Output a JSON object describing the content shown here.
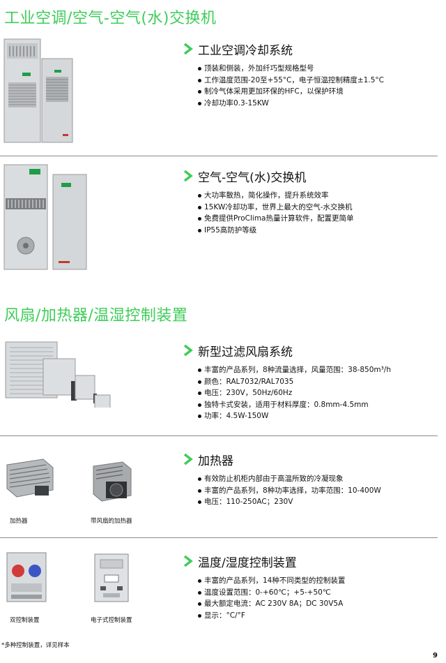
{
  "section1": {
    "title": "工业空调/空气-空气(水)交换机"
  },
  "section2": {
    "title": "风扇/加热器/温湿控制装置"
  },
  "products": [
    {
      "heading": "工业空调冷却系统",
      "bullets": [
        "顶装和侧装，外加纤巧型规格型号",
        "工作温度范围-20至+55°C，电子恒温控制精度±1.5°C",
        "制冷气体采用更加环保的HFC，以保护环境",
        "冷却功率0.3-15KW"
      ]
    },
    {
      "heading": "空气-空气(水)交换机",
      "bullets": [
        "大功率散热，简化操作，提升系统效率",
        "15KW冷却功率，世界上最大的空气-水交换机",
        "免费提供ProClima热量计算软件，配置更简单",
        "IP55高防护等级"
      ]
    },
    {
      "heading": "新型过滤风扇系统",
      "bullets": [
        "丰富的产品系列，8种流量选择，风量范围：38-850m³/h",
        "颜色：RAL7032/RAL7035",
        "电压：230V，50Hz/60Hz",
        "独特卡式安装，适用于材料厚度：0.8mm-4.5mm",
        "功率：4.5W-150W"
      ]
    },
    {
      "heading": "加热器",
      "bullets": [
        "有效防止机柜内部由于高温所致的冷凝现象",
        "丰富的产品系列，8种功率选择，功率范围：10-400W",
        "电压：110-250AC；230V"
      ]
    },
    {
      "heading": "温度/湿度控制装置",
      "bullets": [
        "丰富的产品系列，14种不同类型的控制装置",
        "温度设置范围：0-+60℃；+5-+50℃",
        "最大额定电流：AC 230V 8A；DC 30V5A",
        "显示：°C/°F"
      ]
    }
  ],
  "captions": {
    "heater": "加热器",
    "heater_fan": "带风扇的加热器",
    "dual_ctrl": "双控制装置",
    "electronic_ctrl": "电子式控制装置"
  },
  "footnote": "*多种控制装置，详见样本",
  "page_number": "9",
  "colors": {
    "accent": "#3dcd58"
  }
}
